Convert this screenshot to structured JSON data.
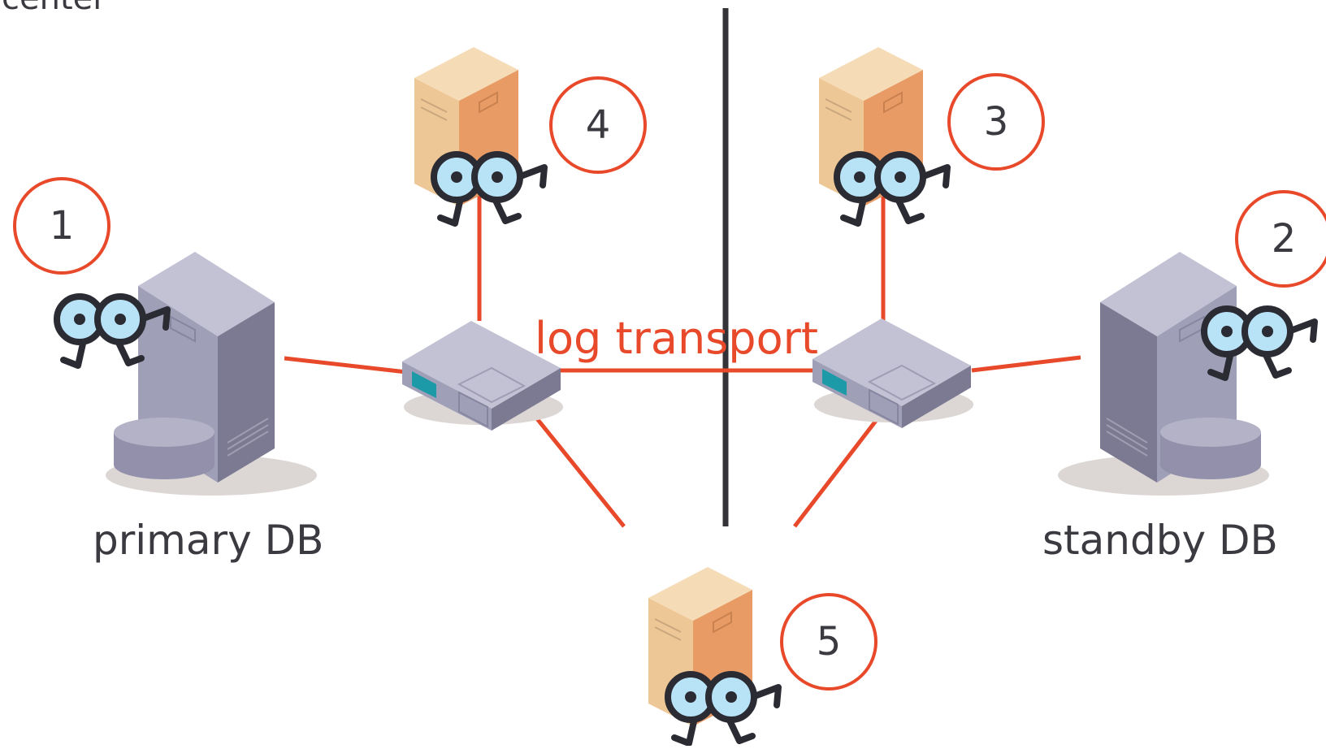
{
  "colors": {
    "link": "#e8492a",
    "divider": "#333338",
    "server_front": "#a09fb8",
    "server_side": "#7b7a92",
    "server_top": "#c3c2d4",
    "observer_front": "#eec796",
    "observer_side": "#e89b65",
    "observer_top": "#f5dcb6",
    "eye_fill": "#b8e2f6",
    "eye_outline": "#2b2b33",
    "switch_port": "#1d9aa7"
  },
  "cut_text": "center",
  "nodes": {
    "primary": {
      "label": "primary DB",
      "icon": "database-server-icon"
    },
    "standby": {
      "label": "standby DB",
      "icon": "database-server-icon"
    },
    "switch_left": {
      "icon": "network-switch-icon"
    },
    "switch_right": {
      "icon": "network-switch-icon"
    },
    "observer_4": {
      "icon": "observer-server-icon"
    },
    "observer_3": {
      "icon": "observer-server-icon"
    },
    "observer_5": {
      "icon": "observer-server-icon"
    }
  },
  "link_label": "log transport",
  "badges": [
    "1",
    "2",
    "3",
    "4",
    "5"
  ],
  "watcher_icon": "binoculars-icon"
}
